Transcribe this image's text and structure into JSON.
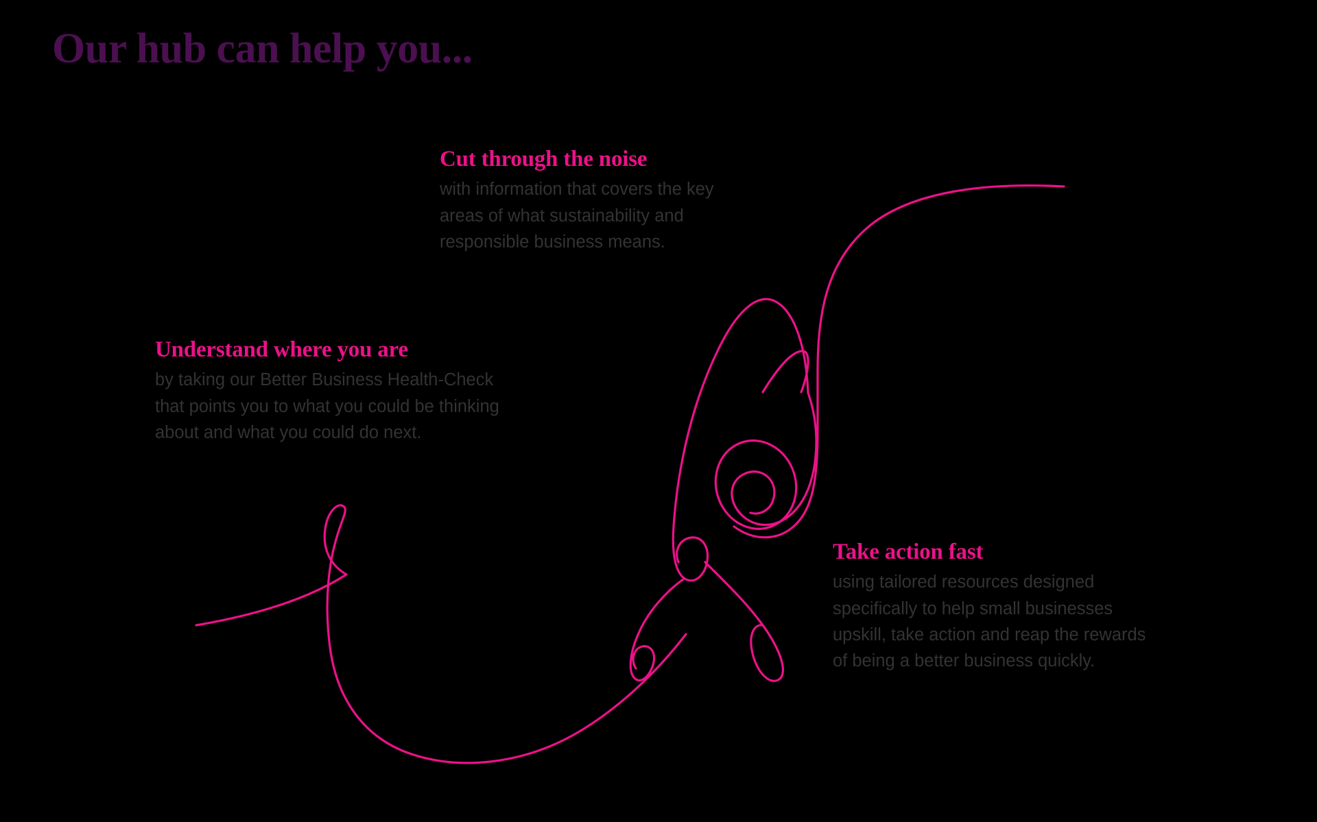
{
  "page": {
    "background_color": "#000000",
    "title": "Our hub can help you...",
    "title_color": "#4b1050"
  },
  "theme": {
    "accent_pink": "#ec1189",
    "body_text": "#333333",
    "deep_purple": "#4b1050",
    "illustration_stroke": "#ec1189"
  },
  "blocks": [
    {
      "id": "cut-through-the-noise",
      "heading": "Cut through the noise",
      "body": "with information that covers the key\nareas of what sustainability and\nresponsible business means."
    },
    {
      "id": "understand-where-you-are",
      "heading": "Understand where you are",
      "body": "by taking our Better Business Health-Check\nthat points you to what you could be thinking\nabout and what you could do next."
    },
    {
      "id": "take-action-fast",
      "heading": "Take action fast",
      "body": "using tailored resources designed\nspecifically to help small businesses\nupskill, take action and reap the rewards\nof being a better business quickly."
    }
  ],
  "illustration": {
    "name": "rocket-line-drawing",
    "description": "continuous single-line pink rocket with looping vapour trail"
  }
}
